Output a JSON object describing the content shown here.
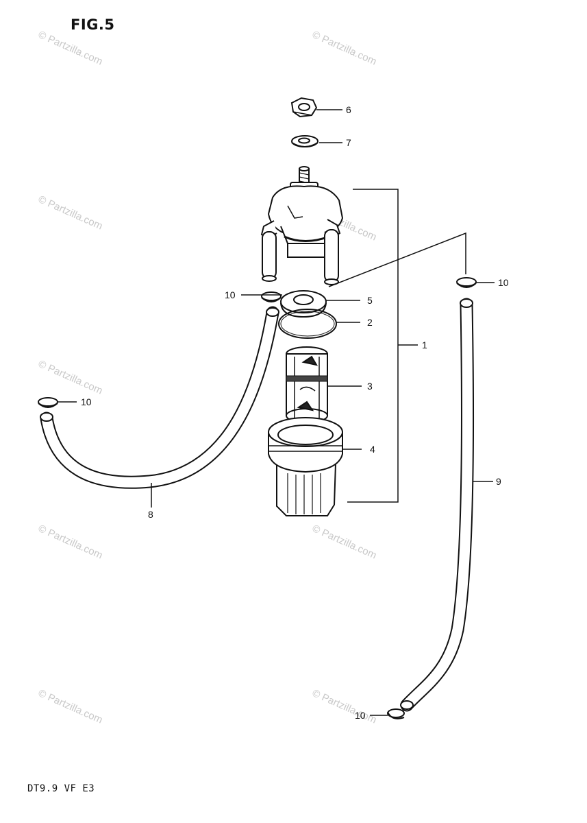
{
  "figure": {
    "title": "FIG.5",
    "model_code": "DT9.9  VF  E3",
    "watermark_text": "© Partzilla.com",
    "callouts": {
      "nut": "6",
      "washer": "7",
      "gasket": "5",
      "o_ring": "2",
      "filter_assembly": "1",
      "filter_element": "3",
      "filter_cup": "4",
      "hose_left": "8",
      "hose_right": "9",
      "clip": "10"
    }
  }
}
